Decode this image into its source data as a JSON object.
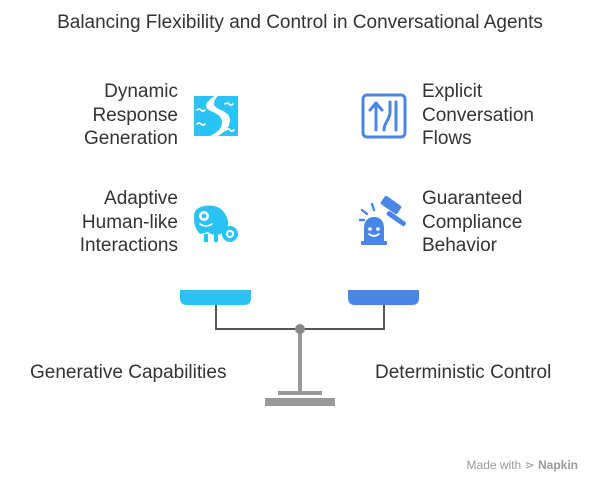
{
  "title": "Balancing Flexibility and Control in Conversational Agents",
  "left": {
    "items": [
      {
        "label_lines": [
          "Dynamic",
          "Response",
          "Generation"
        ],
        "icon": "river-icon"
      },
      {
        "label_lines": [
          "Adaptive",
          "Human-like",
          "Interactions"
        ],
        "icon": "chameleon-icon"
      }
    ],
    "pan_color": "#29c4f5",
    "base_label": "Generative Capabilities"
  },
  "right": {
    "items": [
      {
        "label_lines": [
          "Explicit",
          "Conversation",
          "Flows"
        ],
        "icon": "lanes-icon"
      },
      {
        "label_lines": [
          "Guaranteed",
          "Compliance",
          "Behavior"
        ],
        "icon": "gavel-icon"
      }
    ],
    "pan_color": "#4a86e8",
    "base_label": "Deterministic Control"
  },
  "colors": {
    "icon_left": "#29c4f5",
    "icon_right": "#4a86e8",
    "scale": "#555555",
    "stand": "#999999"
  },
  "watermark": {
    "prefix": "Made with",
    "brand": "Napkin"
  }
}
